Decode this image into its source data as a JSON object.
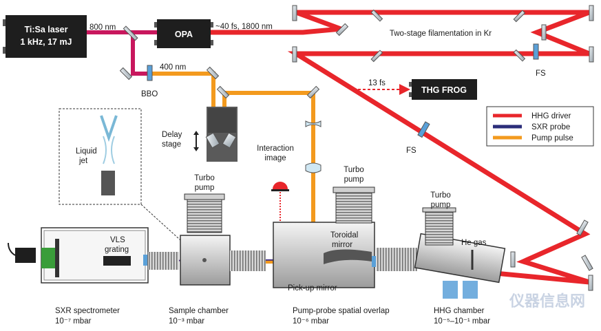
{
  "labels": {
    "laser": [
      "Ti:Sa laser",
      "1 kHz, 17 mJ"
    ],
    "opa": "OPA",
    "wavelength_800": "800 nm",
    "wavelength_400": "400 nm",
    "opa_output": "~40 fs, 1800 nm",
    "filamentation": "Two-stage filamentation in Kr",
    "fs_top": "FS",
    "fs_mid": "FS",
    "pulse_13fs": "13 fs",
    "thg_frog": "THG FROG",
    "bbo": "BBO",
    "delay_stage": [
      "Delay",
      "stage"
    ],
    "liquid_jet": [
      "Liquid",
      "jet"
    ],
    "interaction_image": [
      "Interaction",
      "image"
    ],
    "turbo_pump_sample": [
      "Turbo",
      "pump"
    ],
    "turbo_pump_pumpprobe": [
      "Turbo",
      "pump"
    ],
    "turbo_pump_hhg": [
      "Turbo",
      "pump"
    ],
    "vls_grating": [
      "VLS",
      "grating"
    ],
    "toroidal_mirror": [
      "Toroidal",
      "mirror"
    ],
    "he_gas": "He gas",
    "pickup_mirror": "Pick-up mirror",
    "sxr_spectrometer": "SXR spectrometer",
    "sxr_spectrometer_pressure": "10⁻⁷ mbar",
    "sample_chamber": "Sample chamber",
    "sample_chamber_pressure": "10⁻³ mbar",
    "pump_probe": "Pump-probe spatial overlap",
    "pump_probe_pressure": "10⁻⁶ mbar",
    "hhg_chamber": "HHG chamber",
    "hhg_chamber_pressure": "10⁻⁵–10⁻¹ mbar",
    "watermark": "仪器信息网"
  },
  "legend": [
    {
      "label": "HHG driver",
      "color": "#e8262b"
    },
    {
      "label": "SXR probe",
      "color": "#2b2d7a"
    },
    {
      "label": "Pump pulse",
      "color": "#f39a1e"
    }
  ],
  "colors": {
    "hhg_driver": "#e8262b",
    "sxr_probe": "#2b2d7a",
    "pump_pulse": "#f39a1e",
    "ti_sa_beam": "#c8175d",
    "box_dark": "#1e1e1e"
  }
}
